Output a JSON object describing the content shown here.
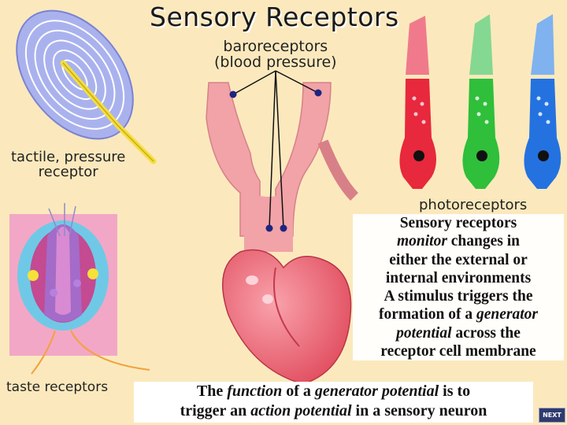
{
  "title": "Sensory Receptors",
  "labels": {
    "baroreceptors": "baroreceptors",
    "baroreceptors_sub": "(blood pressure)",
    "tactile_line1": "tactile, pressure",
    "tactile_line2": "receptor",
    "photoreceptors": "photoreceptors",
    "taste": "taste receptors"
  },
  "caption": {
    "p1_line1": "Sensory receptors",
    "p1_em": "monitor",
    "p1_after_em": " changes in",
    "p1_line3": "either the external or",
    "p1_line4": "internal environments",
    "p2_line1": "A stimulus triggers the",
    "p2_before_em": "formation of a ",
    "p2_em1": "generator",
    "p2_em2": "potential",
    "p2_after_em": " across the",
    "p2_line4": "receptor cell membrane"
  },
  "bottom": {
    "t1": "The ",
    "em1": "function",
    "t2": " of a ",
    "em2": "generator potential",
    "t3": " is to",
    "t4": "trigger an ",
    "em3": "action potential",
    "t5": " in a sensory neuron"
  },
  "nav": {
    "next_label": "NEXT"
  },
  "colors": {
    "background": "#fbe9bd",
    "rod_red": "#e8283c",
    "rod_green": "#2fbf3a",
    "rod_blue": "#2472e0",
    "vessel": "#f1a3a8",
    "heart": "#ef6a78"
  }
}
